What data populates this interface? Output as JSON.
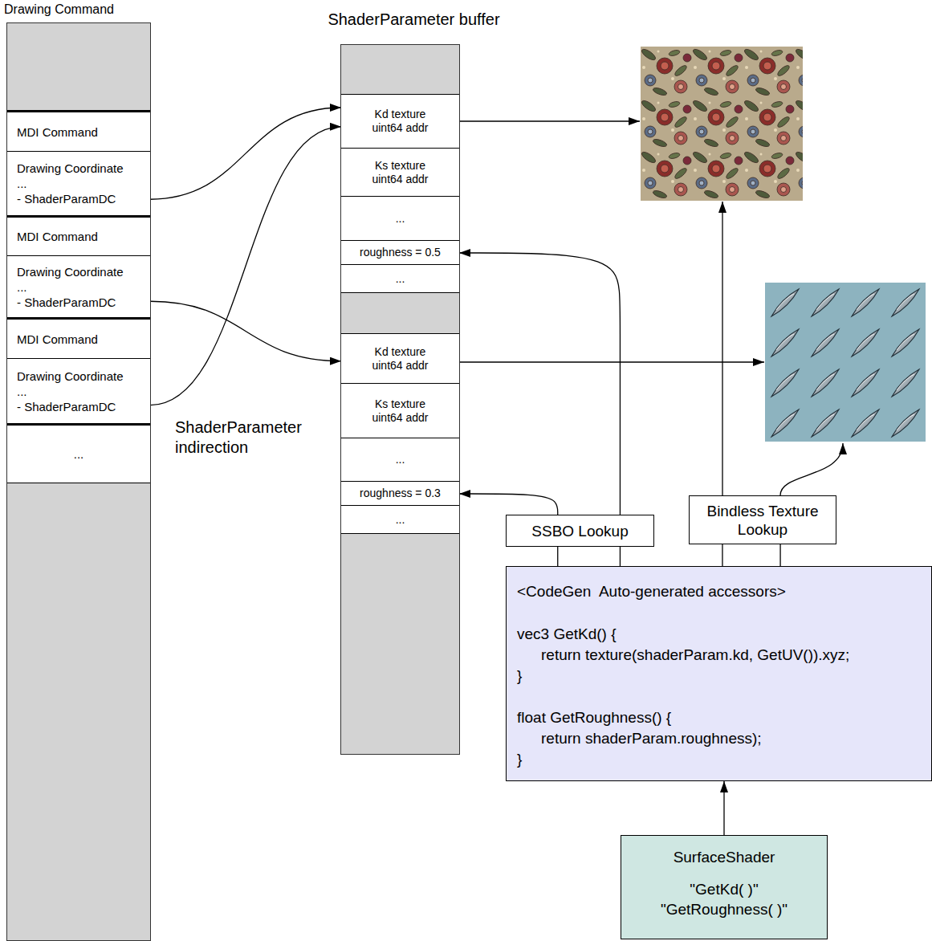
{
  "diagram": {
    "nodes": [
      {
        "text": [
          "Drawing Command"
        ]
      },
      {
        "text": [
          "MDI Command"
        ],
        "in": 0
      },
      {
        "text": [
          "Drawing Coordinate",
          "...",
          "- ShaderParamDC"
        ],
        "in": 0
      },
      {
        "text": [
          "MDI Command"
        ],
        "in": 0
      },
      {
        "text": [
          "Drawing Coordinate",
          "...",
          "- ShaderParamDC"
        ],
        "in": 0
      },
      {
        "text": [
          "MDI Command"
        ],
        "in": 0
      },
      {
        "text": [
          "Drawing Coordinate",
          "...",
          "- ShaderParamDC"
        ],
        "in": 0
      },
      {
        "text": [
          "..."
        ],
        "in": 0
      },
      {
        "text": [
          "ShaderParameter buffer"
        ]
      },
      {
        "text": [
          "Kd texture uint64 addr"
        ],
        "in": 8
      },
      {
        "text": [
          "Ks texture uint64 addr"
        ],
        "in": 8
      },
      {
        "text": [
          "..."
        ],
        "in": 8
      },
      {
        "text": [
          "roughness = 0.5"
        ],
        "in": 8
      },
      {
        "text": [
          "..."
        ],
        "in": 8
      },
      {
        "text": [
          "Kd texture uint64 addr"
        ],
        "in": 8
      },
      {
        "text": [
          "Ks texture uint64 addr"
        ],
        "in": 8
      },
      {
        "text": [
          "..."
        ],
        "in": 8
      },
      {
        "text": [
          "roughness = 0.3"
        ],
        "in": 8
      },
      {
        "text": [
          "..."
        ],
        "in": 8
      },
      {
        "text": [
          "SSBO Lookup"
        ]
      },
      {
        "text": [
          "Bindless Texture Lookup"
        ]
      },
      {
        "text": [
          "<CodeGen  Auto-generated accessors>",
          "vec3 GetKd() {",
          "return texture(shaderParam.kd, GetUV()).xyz;",
          "}",
          "float GetRoughness() {",
          "return shaderParam.roughness);",
          "}"
        ]
      },
      {
        "text": [
          "SurfaceShader",
          "\"GetKd( )\"",
          "\"GetRoughness( )\""
        ]
      }
    ],
    "edges": [
      {
        "from": 2,
        "to": 9,
        "arrow": "to"
      },
      {
        "from": 4,
        "to": 14,
        "arrow": "to"
      },
      {
        "from": 6,
        "to": 9,
        "arrow": "to"
      },
      {
        "from": 19,
        "to": 12,
        "arrow": "to"
      },
      {
        "from": 19,
        "to": 17,
        "arrow": "to"
      },
      {
        "from": 21,
        "to": 19,
        "arrow": "none"
      },
      {
        "from": 21,
        "to": 19,
        "arrow": "none"
      },
      {
        "from": 21,
        "to": 20,
        "arrow": "none"
      },
      {
        "from": 21,
        "to": 20,
        "arrow": "none"
      },
      {
        "from": 22,
        "to": 21,
        "arrow": "to"
      }
    ],
    "labels": [
      "ShaderParameter indirection"
    ]
  }
}
